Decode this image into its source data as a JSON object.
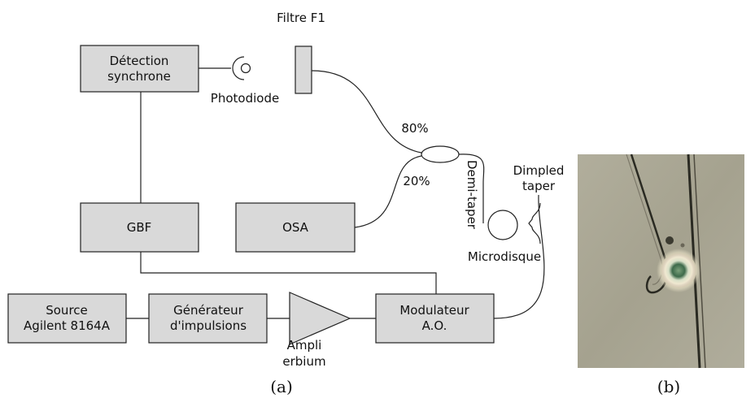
{
  "diagram": {
    "boxes": {
      "detection": [
        "Détection",
        "synchrone"
      ],
      "gbf": "GBF",
      "osa": "OSA",
      "source": [
        "Source",
        "Agilent 8164A"
      ],
      "generateur": [
        "Générateur",
        "d'impulsions"
      ],
      "modulateur": [
        "Modulateur",
        "A.O."
      ]
    },
    "labels": {
      "filtre": "Filtre F1",
      "photodiode": "Photodiode",
      "p80": "80%",
      "p20": "20%",
      "demi_taper": "Demi-taper",
      "dimpled": [
        "Dimpled",
        "taper"
      ],
      "microdisque": "Microdisque",
      "ampli": [
        "Ampli",
        "erbium"
      ]
    },
    "caption_a": "(a)"
  },
  "photo": {
    "caption_b": "(b)"
  },
  "colors": {
    "box_fill": "#d9d9d9",
    "line": "#222222",
    "photo_background": "#a8a593"
  }
}
